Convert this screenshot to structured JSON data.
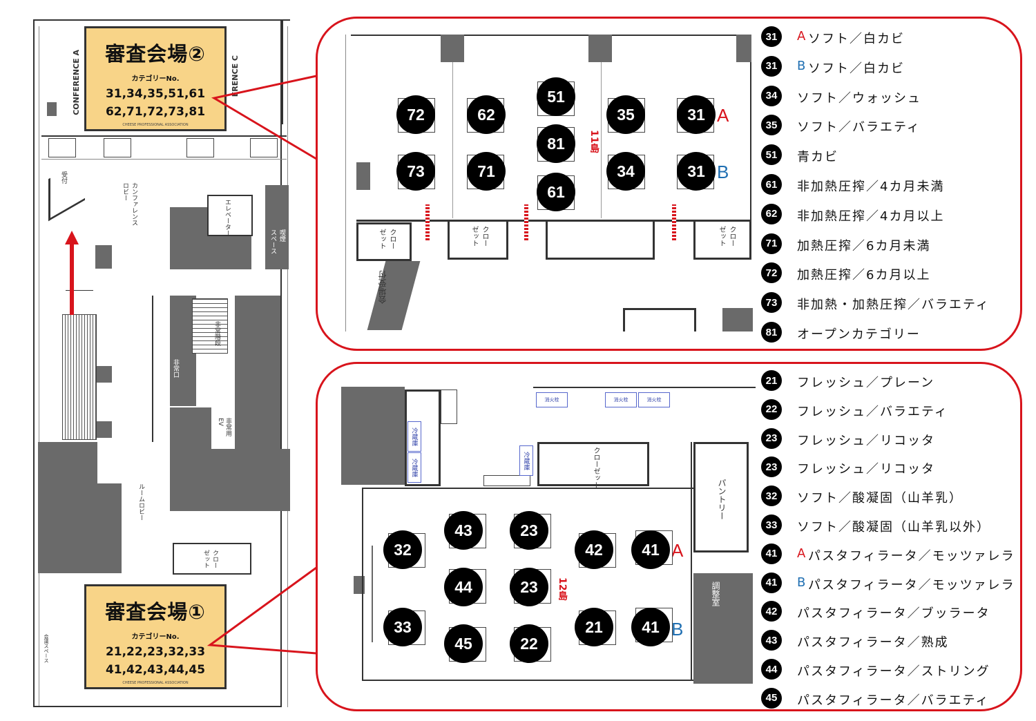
{
  "venue2": {
    "title": "審査会場②",
    "category_label": "カテゴリーNo.",
    "numbers_line1": "31,34,35,51,61",
    "numbers_line2": "62,71,72,73,81",
    "association": "CHEESE PROFESSIONAL ASSOCIATION"
  },
  "venue1": {
    "title": "審査会場①",
    "category_label": "カテゴリーNo.",
    "numbers_line1": "21,22,23,32,33",
    "numbers_line2": "41,42,43,44,45",
    "association": "CHEESE PROFESSIONAL ASSOCIATION"
  },
  "left_map": {
    "conference_a": "CONFERENCE A",
    "conference_c": "ERENCE C",
    "reception": "受付",
    "conference_lobby": "カンファレンス\nロビー",
    "elevator": "エレベーター",
    "smoking_space": "喫煙\nスペース",
    "emergency_exit": "非常口",
    "emergency_stairs": "非常階段",
    "emergency_ev": "非常用\nEV",
    "room_lobby": "ルームロビー",
    "closet": "クロー\nゼット",
    "lounge_space": "会議スペース"
  },
  "upper_hall": {
    "island_label": "11島",
    "closet_label": "クロー\nゼット",
    "reception_label": "会場受付",
    "tables": [
      "72",
      "62",
      "51",
      "35",
      "31",
      "81",
      "73",
      "71",
      "34",
      "31",
      "61"
    ],
    "letters": [
      "A",
      "B"
    ]
  },
  "lower_hall": {
    "island_label": "12島",
    "closet_label": "クローゼット",
    "pantry_label": "パントリー",
    "control_room_label": "調整室",
    "fridge_label": "冷蔵庫",
    "extinguisher_label": "消火栓",
    "tables": [
      "43",
      "23",
      "32",
      "42",
      "41",
      "44",
      "23",
      "33",
      "45",
      "22",
      "21",
      "41"
    ],
    "letters": [
      "A",
      "B"
    ]
  },
  "legend_upper": [
    {
      "num": "31",
      "prefix": "A",
      "text": "ソフト／白カビ"
    },
    {
      "num": "31",
      "prefix": "B",
      "text": "ソフト／白カビ"
    },
    {
      "num": "34",
      "prefix": "",
      "text": "ソフト／ウォッシュ"
    },
    {
      "num": "35",
      "prefix": "",
      "text": "ソフト／バラエティ"
    },
    {
      "num": "51",
      "prefix": "",
      "text": "青カビ"
    },
    {
      "num": "61",
      "prefix": "",
      "text": "非加熱圧搾／4カ月未満"
    },
    {
      "num": "62",
      "prefix": "",
      "text": "非加熱圧搾／4カ月以上"
    },
    {
      "num": "71",
      "prefix": "",
      "text": "加熱圧搾／6カ月未満"
    },
    {
      "num": "72",
      "prefix": "",
      "text": "加熱圧搾／6カ月以上"
    },
    {
      "num": "73",
      "prefix": "",
      "text": "非加熱・加熱圧搾／バラエティ"
    },
    {
      "num": "81",
      "prefix": "",
      "text": "オープンカテゴリー"
    }
  ],
  "legend_lower": [
    {
      "num": "21",
      "prefix": "",
      "text": "フレッシュ／プレーン"
    },
    {
      "num": "22",
      "prefix": "",
      "text": "フレッシュ／バラエティ"
    },
    {
      "num": "23",
      "prefix": "",
      "text": "フレッシュ／リコッタ"
    },
    {
      "num": "23",
      "prefix": "",
      "text": "フレッシュ／リコッタ"
    },
    {
      "num": "32",
      "prefix": "",
      "text": "ソフト／酸凝固（山羊乳）"
    },
    {
      "num": "33",
      "prefix": "",
      "text": "ソフト／酸凝固（山羊乳以外）"
    },
    {
      "num": "41",
      "prefix": "A",
      "text": "パスタフィラータ／モッツァレラ"
    },
    {
      "num": "41",
      "prefix": "B",
      "text": "パスタフィラータ／モッツァレラ"
    },
    {
      "num": "42",
      "prefix": "",
      "text": "パスタフィラータ／ブッラータ"
    },
    {
      "num": "43",
      "prefix": "",
      "text": "パスタフィラータ／熟成"
    },
    {
      "num": "44",
      "prefix": "",
      "text": "パスタフィラータ／ストリング"
    },
    {
      "num": "45",
      "prefix": "",
      "text": "パスタフィラータ／バラエティ"
    }
  ],
  "colors": {
    "callout_red": "#d8141c",
    "prefix_a": "#d8141c",
    "prefix_b": "#1f6fb2",
    "sign_fill": "#f8d488",
    "wall_gray": "#6a6a6a"
  }
}
